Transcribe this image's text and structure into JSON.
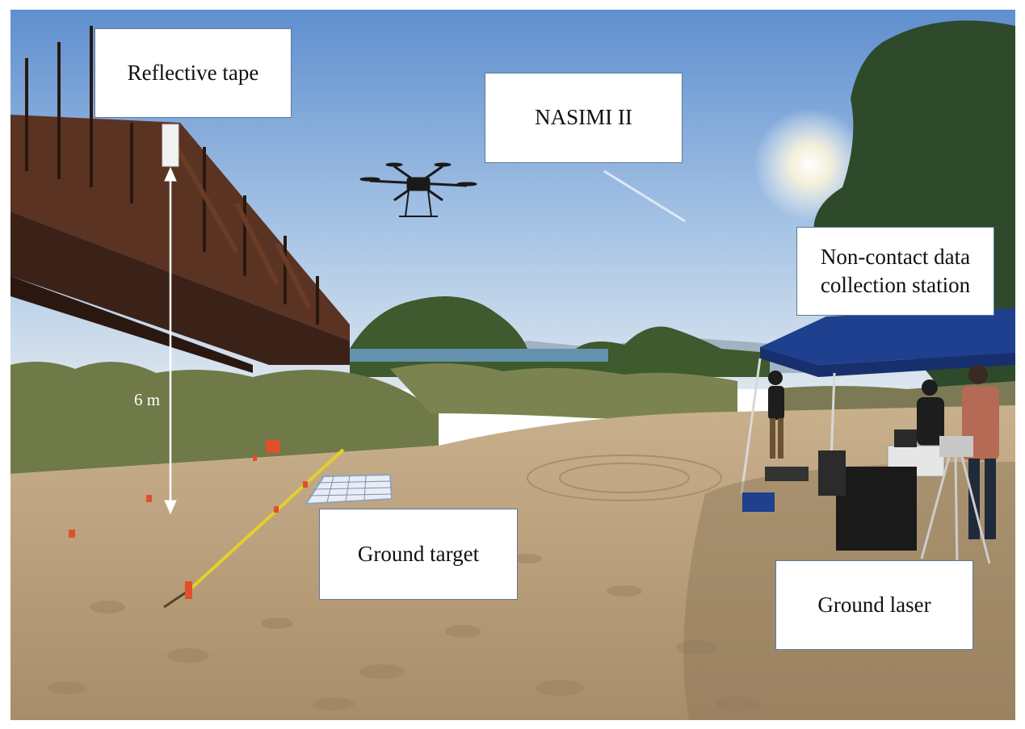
{
  "labels": {
    "reflective_tape": "Reflective tape",
    "uav": "NASIMI II",
    "station": "Non-contact data collection station",
    "ground_target": "Ground target",
    "ground_laser": "Ground laser",
    "height": "6 m"
  },
  "colors": {
    "sky": "#7aa6d8",
    "sand": "#bfa27c",
    "bridge": "#4a2a1c",
    "canopy": "#1f3f8f",
    "vegetation": "#6f7a48",
    "tape_line": "#e3cf2e",
    "flags": "#e0502a"
  }
}
